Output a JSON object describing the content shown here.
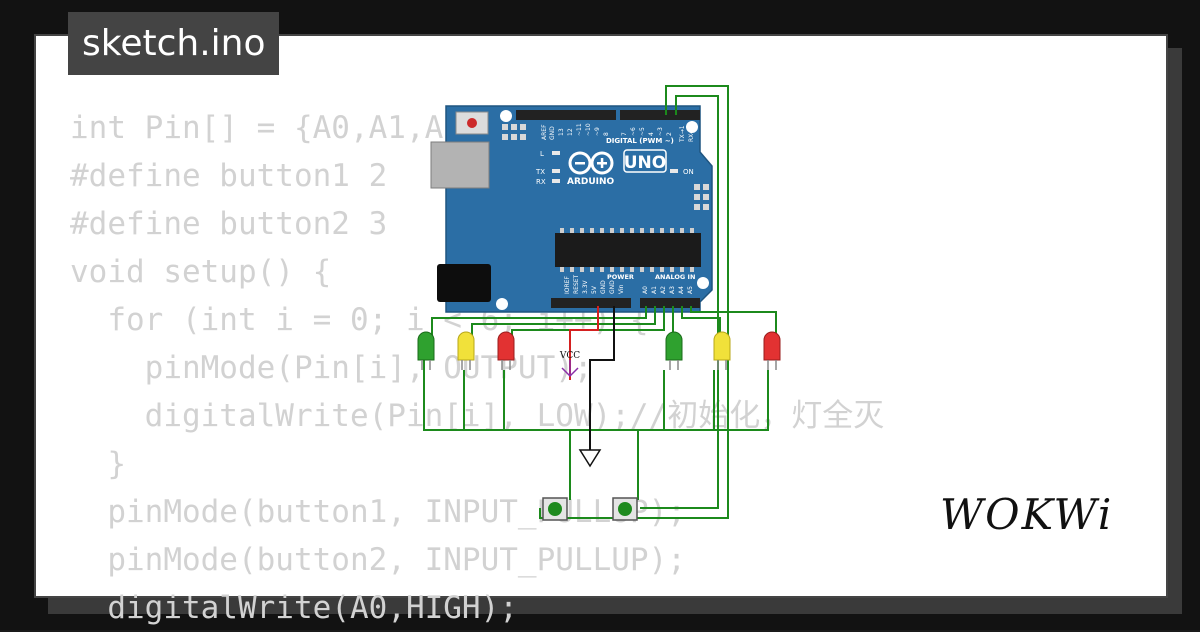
{
  "file_tab": {
    "label": "sketch.ino"
  },
  "code": {
    "lines": [
      "int Pin[] = {A0,A1,A2,A3,A4,A5};",
      "#define button1 2",
      "#define button2 3",
      "void setup() {",
      "  for (int i = 0; i < 6; i++) {",
      "    pinMode(Pin[i], OUTPUT);",
      "    digitalWrite(Pin[i], LOW);//初始化，灯全灭",
      "  }",
      "  pinMode(button1, INPUT_PULLUP);",
      "  pinMode(button2, INPUT_PULLUP);",
      "  digitalWrite(A0,HIGH);"
    ]
  },
  "board": {
    "model": "UNO",
    "brand": "ARDUINO",
    "header_digital": "DIGITAL (PWM ~)",
    "header_power": "POWER",
    "header_analog": "ANALOG IN",
    "led_l": "L",
    "led_tx": "TX",
    "led_rx": "RX",
    "led_on": "ON",
    "pin_aref": "AREF",
    "pin_gnd": "GND",
    "digital_pins": [
      "13",
      "12",
      "~11",
      "~10",
      "~9",
      "8",
      "7",
      "~6",
      "~5",
      "4",
      "~3",
      "2",
      "TX→1",
      "RX←0"
    ],
    "power_pins": [
      "IOREF",
      "RESET",
      "3.3V",
      "5V",
      "GND",
      "GND",
      "Vin"
    ],
    "analog_pins": [
      "A0",
      "A1",
      "A2",
      "A3",
      "A4",
      "A5"
    ],
    "board_color": "#2b6ea5"
  },
  "vcc_label": "VCC",
  "leds": [
    "green",
    "yellow",
    "red",
    "green",
    "yellow",
    "red"
  ],
  "wire_color": "#1c8a1c",
  "logo": {
    "text": "WOKWi"
  }
}
